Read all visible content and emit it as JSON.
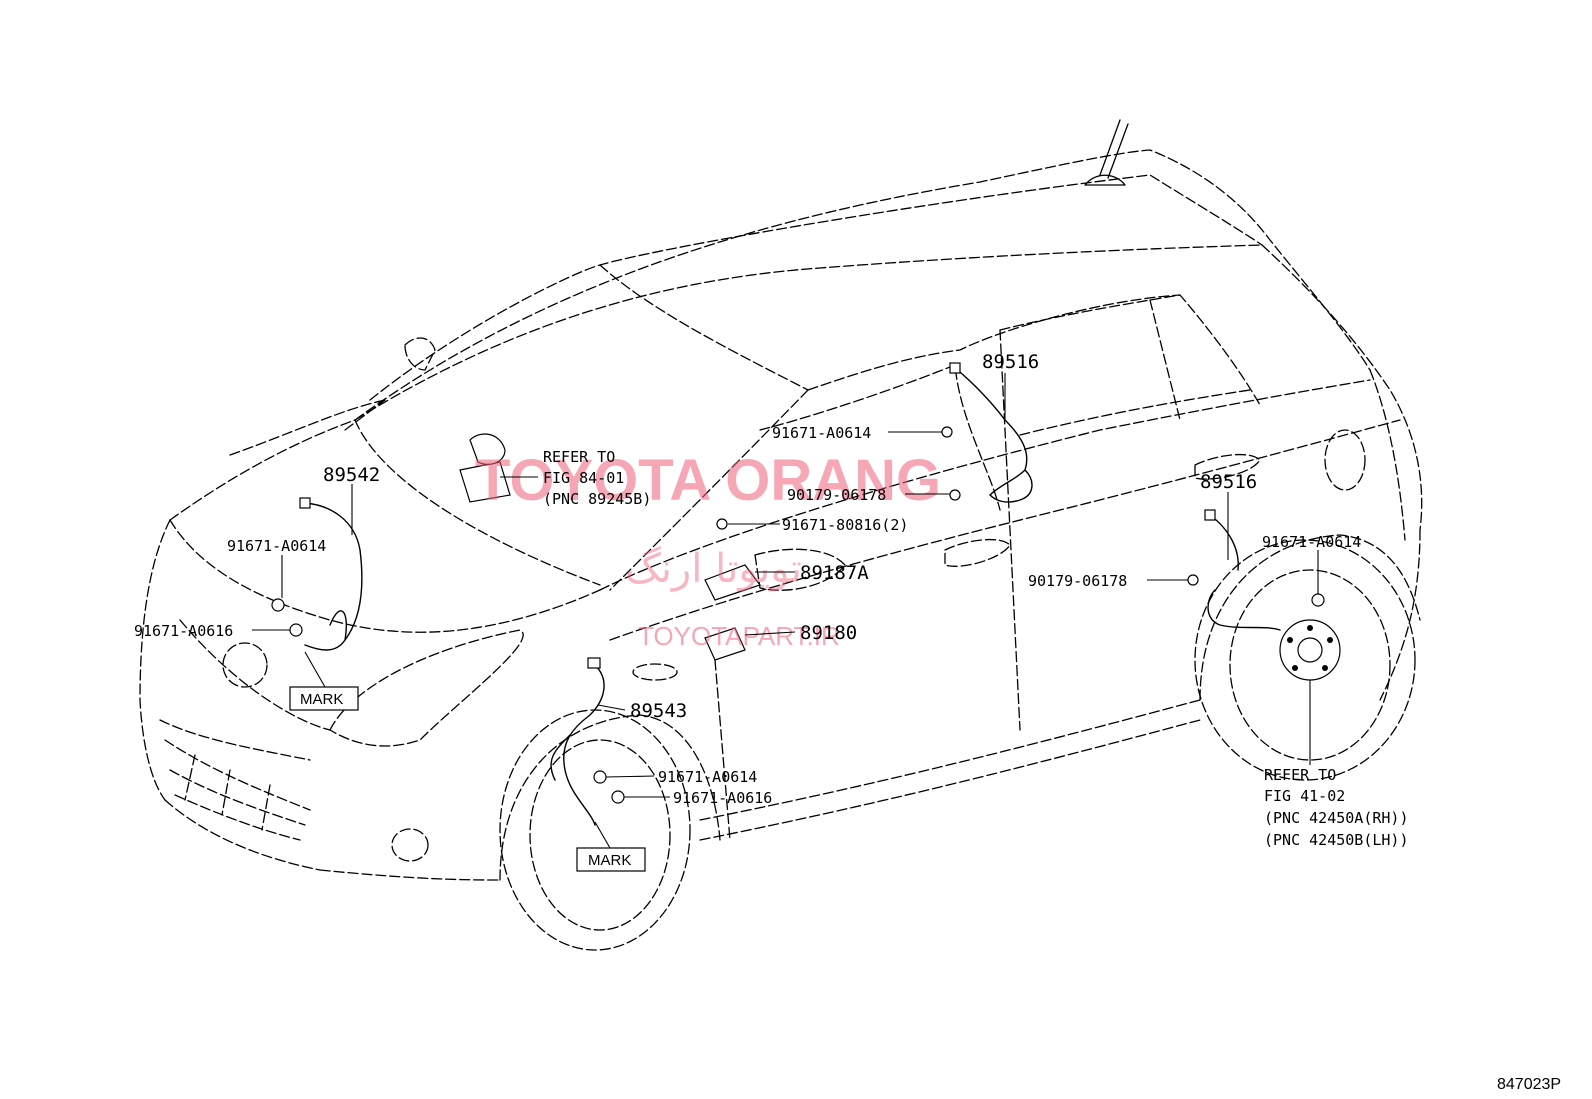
{
  "figure_code": "847023P",
  "watermark": {
    "brand": "TOYOTA ORANG",
    "brand_farsi": "تویوتا ارنگ",
    "site": "TOYOTAPART.IR"
  },
  "callouts": [
    {
      "id": "89516-rear-door",
      "text": "89516"
    },
    {
      "id": "91671-A0614-door",
      "text": "91671-A0614"
    },
    {
      "id": "90179-06178-door",
      "text": "90179-06178"
    },
    {
      "id": "91671-80816",
      "text": "91671-80816(2)"
    },
    {
      "id": "89187A",
      "text": "89187A"
    },
    {
      "id": "89180",
      "text": "89180"
    },
    {
      "id": "89542",
      "text": "89542"
    },
    {
      "id": "91671-A0614-front-left",
      "text": "91671-A0614"
    },
    {
      "id": "91671-A0616-front-left",
      "text": "91671-A0616"
    },
    {
      "id": "89543",
      "text": "89543"
    },
    {
      "id": "91671-A0614-front-right",
      "text": "91671-A0614"
    },
    {
      "id": "91671-A0616-front-right",
      "text": "91671-A0616"
    },
    {
      "id": "89516-rear-wheel",
      "text": "89516"
    },
    {
      "id": "90179-06178-rear",
      "text": "90179-06178"
    },
    {
      "id": "91671-A0614-rear",
      "text": "91671-A0614"
    }
  ],
  "refer_notes": {
    "airbag_sensor": [
      "REFER TO",
      "FIG 84-01",
      "(PNC 89245B)"
    ],
    "rear_hub": [
      "REFER TO",
      "FIG 41-02",
      "(PNC 42450A(RH))",
      "(PNC 42450B(LH))"
    ]
  },
  "mark_labels": [
    "MARK",
    "MARK"
  ]
}
